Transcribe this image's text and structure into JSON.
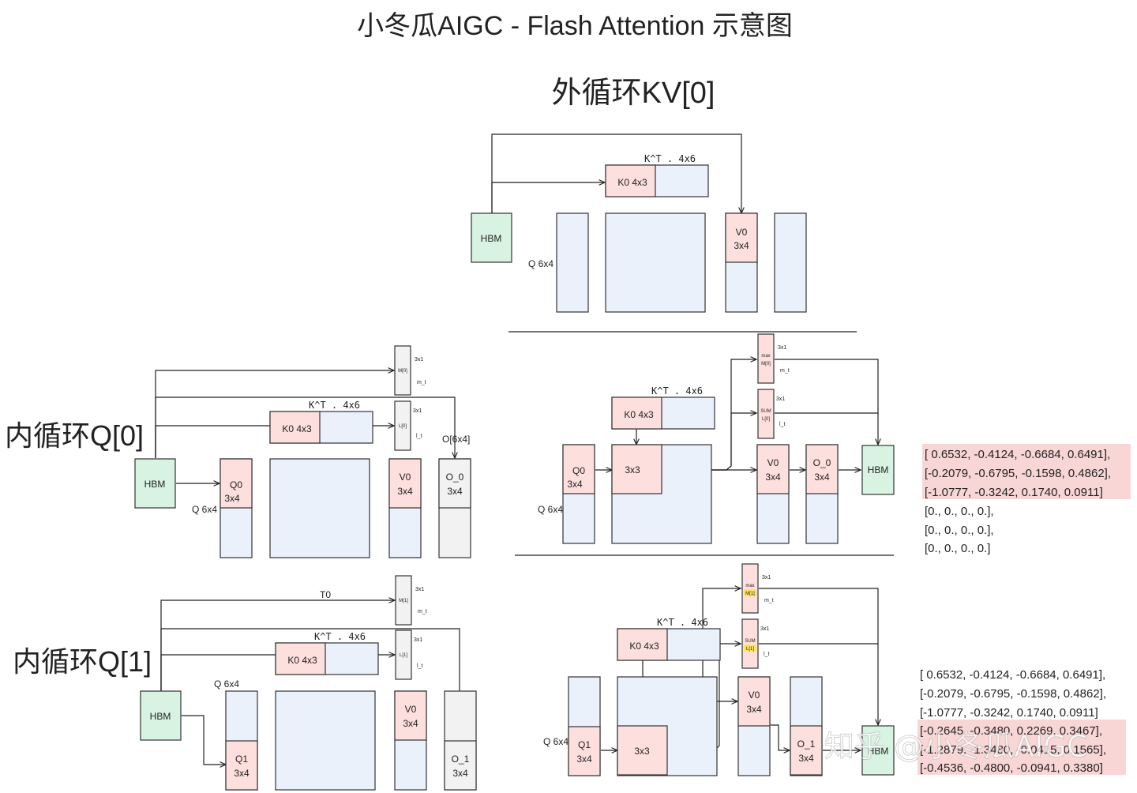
{
  "title": "小冬瓜AIGC - Flash Attention 示意图",
  "outer_title": "外循环KV[0]",
  "inner0_title": "内循环Q[0]",
  "inner1_title": "内循环Q[1]",
  "labels": {
    "hbm": "HBM",
    "kt": "K^T . 4x6",
    "k0": "K0 4x3",
    "v0": "V0",
    "dim34": "3x4",
    "q64": "Q 6x4",
    "q0": "Q0",
    "q1": "Q1",
    "o_0": "O_0",
    "o_1": "O_1",
    "o64": "O[6x4]",
    "m0": "M[0]",
    "m1": "M[1]",
    "l0": "L[0]",
    "l1": "L[1]",
    "m_t": "m_t",
    "l_t": "l_t",
    "d31": "3x1",
    "t0": "T0",
    "s33": "3x3",
    "max": "max",
    "sum": "SUM"
  },
  "matrix0": [
    "[ 0.6532, -0.4124, -0.6684,  0.6491],",
    "[-0.2079, -0.6795, -0.1598,  0.4862],",
    "[-1.0777, -0.3242,  0.1740,  0.0911]",
    "[0., 0., 0., 0.],",
    "[0., 0., 0., 0.],",
    "[0., 0., 0., 0.]"
  ],
  "matrix1": [
    "[ 0.6532, -0.4124, -0.6684,  0.6491],",
    "[-0.2079, -0.6795, -0.1598,  0.4862],",
    "[-1.0777, -0.3242,  0.1740,  0.0911]",
    "[-0.2645, -0.3480,  0.2269,  0.3467],",
    "[-1.2879, -1.3480, -0.0415,  0.1565],",
    "[-0.4536, -0.4800, -0.0941,  0.3380]"
  ],
  "watermark": "知乎 @小冬瓜AIGC",
  "colors": {
    "blue": "#eaf1fb",
    "pink": "#fde0de",
    "green": "#d8f3e1",
    "gray": "#f2f2f2",
    "yellow": "#ffe45c",
    "highlight": "#f9d6d6"
  }
}
